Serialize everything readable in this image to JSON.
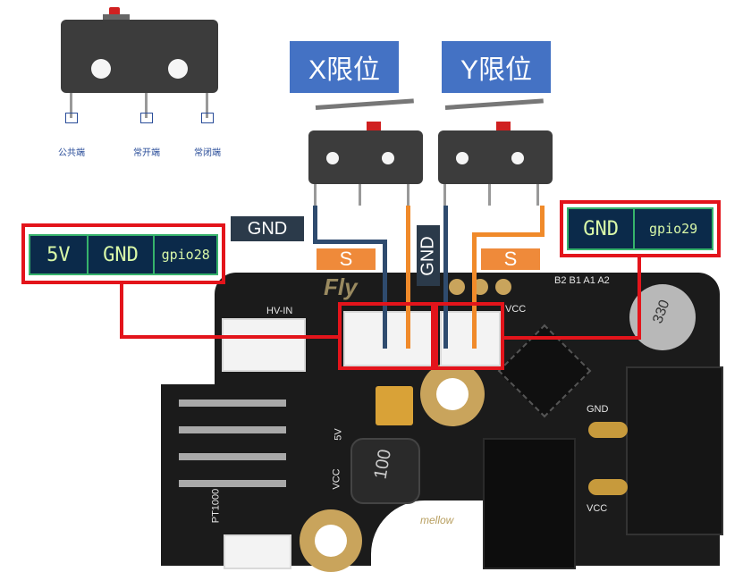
{
  "labels": {
    "x_limit": "X限位",
    "y_limit": "Y限位",
    "gnd_tag": "GND",
    "s_tag_left": "S",
    "s_tag_right": "S",
    "gnd_vertical": "GND"
  },
  "switch_pins": [
    "公共端",
    "常开端",
    "常闭端"
  ],
  "left_pins": [
    "5V",
    "GND",
    "gpio28"
  ],
  "right_pins": [
    "GND",
    "gpio29"
  ],
  "silkscreen": {
    "hv_in": "HV-IN",
    "fly": "Fly",
    "gnd": "GND",
    "vcc": "VCC",
    "top_right": "B2 B1 A1 A2",
    "inductor": "100",
    "brand": "mellow",
    "pt1000": "PT1000",
    "five_v": "5V",
    "vcc_small": "VCC",
    "cap": "330"
  },
  "colors": {
    "label_blue": "#4472c4",
    "highlight_red": "#e3141b",
    "wire_orange": "#f08a2a",
    "wire_blue": "#2f4b6e"
  }
}
